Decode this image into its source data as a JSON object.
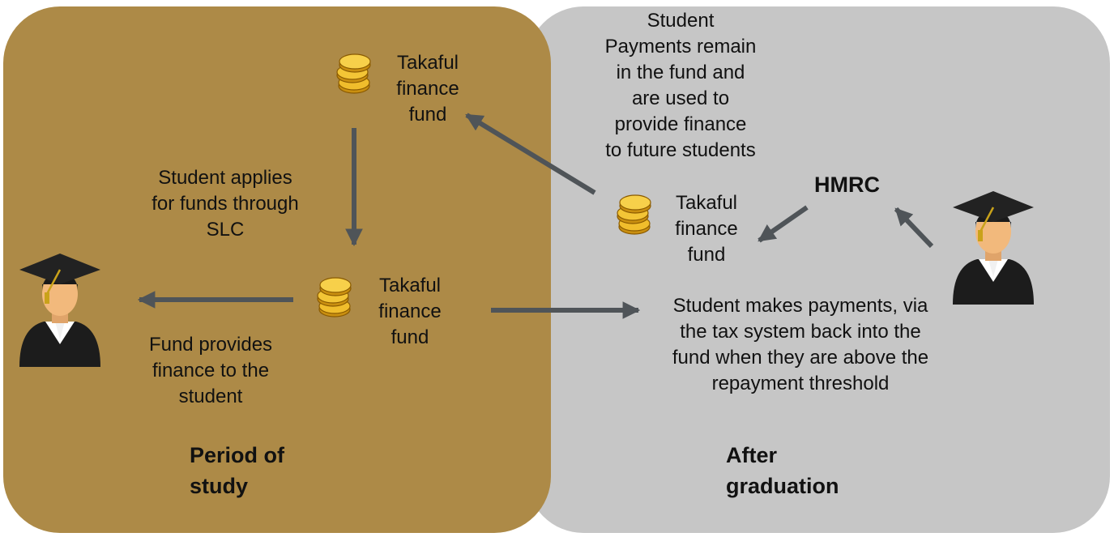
{
  "fund_label": "Takaful\nfinance\nfund",
  "phases": {
    "study": "Period of\nstudy",
    "after": "After\ngraduation"
  },
  "labels": {
    "apply": "Student applies\nfor funds through\nSLC",
    "provides": "Fund provides\nfinance to the\nstudent",
    "payments_remain": "Student\nPayments remain\nin the fund and\nare used to\nprovide finance\nto future students",
    "hmrc": "HMRC",
    "repay": "Student makes payments, via\nthe tax system back into the\nfund when they are above the\nrepayment threshold"
  },
  "colors": {
    "study_panel": "#ad8a47",
    "after_panel": "#c6c6c6",
    "arrow": "#4f5458",
    "coin": "#e0a818"
  },
  "icons": {
    "coin": "coin-stack-icon",
    "student": "graduate-student-icon"
  }
}
